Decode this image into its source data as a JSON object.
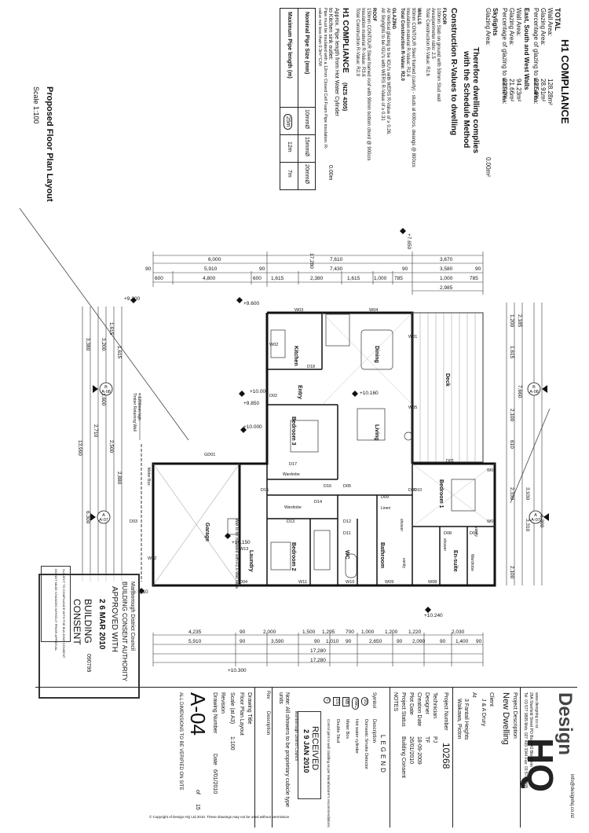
{
  "h1_main": {
    "title": "H1 COMPLIANCE",
    "total_label": "TOTAL",
    "wall_area_label": "Wall Area:",
    "glazing_area_label": "Glazing Area:",
    "percentage_label": "Percentage of glazing to wall area:",
    "total_wall_area": "128.28m²",
    "total_glazing_area": "28.91m²",
    "total_percentage": "22.54%",
    "esw_label": "East, South and West Walls",
    "esw_wall_area": "94.23m²",
    "esw_glazing_area": "21.66m²",
    "esw_percentage": "22.97%",
    "skylights_label": "Skylights",
    "skylights_glazing_label": "Glazing Area:",
    "skylights_area": "0.00m²",
    "schedule_line1": "Therefore dwelling complies",
    "schedule_line2": "with the Schedule Method",
    "rvalues_title": "Construction R-Values to dwelling",
    "floor_label": "FLOOR",
    "floor_text": "100mm Slab on ground with 50mm Stud wall",
    "floor_ratio": "Area/perimeter ratio: 2.5",
    "floor_rvalue": "Total Construction R-Value: R2.6",
    "walls_label": "WALLS",
    "walls_text": "90mm CONTOUR Steel framed (cavity) - studs at 600crs, dwangs @ 800crs",
    "walls_ins": "Insulation material R-Value: R2.6",
    "walls_rvalue": "Total Construction R-Value: R2.0",
    "glazing_label": "GLAZING",
    "glazing_text1": "All Vertical glazing to be IGU's with WERS R-Value of ≥ 0.26.",
    "glazing_text2": "All Skylights to be IGU's with WERS R-Value of ≥ 0.31",
    "roof_label": "ROOF",
    "roof_text": "150mm CONTOUR Steel framed roof with 90mm bottom chord @ 900crs",
    "roof_ins": "Insulation material R-Value: R3.6",
    "roof_rvalue": "Total Construction R-Value: R2.9"
  },
  "h1_pipe": {
    "title": "H1 COMPLIANCE",
    "std": "(NZS 4305)",
    "line1": "Approx. Pipe length from Hot Water Cylinder",
    "line2": "to Kitchen sink outlet:",
    "value": "0.00m",
    "line3": "Pipe must be insulated with a 12mm Closed Cell Foam Pipe insulation. R-",
    "line4": "value not less than 0.3m²°C/W",
    "table": {
      "header_a": "Nominal Pipe Size (mm)",
      "header_b": "Maximum Pipe length (m)",
      "sizes": [
        "10mmØ",
        "15mmØ",
        "20mmØ"
      ],
      "lengths": [
        "25m",
        "12m",
        "7m"
      ]
    }
  },
  "plan_title": {
    "title": "Proposed Floor Plan Layout",
    "scale": "Scale 1:100"
  },
  "dims": {
    "overall_w": "17,280",
    "overall_w2": "17,280",
    "overall_w3": "17,280",
    "top_row2": [
      "6,000",
      "7,610",
      "3,670"
    ],
    "top_row3": [
      "90",
      "5,910",
      "90",
      "7,430",
      "90",
      "3,580",
      "90"
    ],
    "top_row4": [
      "600",
      "4,800",
      "600",
      "1,615",
      "2,380",
      "1,615",
      "1,000",
      "785",
      "1,000",
      "785"
    ],
    "top_extra": "2,985",
    "bottom_row1": [
      "4,235",
      "90",
      "2,000",
      "1,500",
      "1,295",
      "700",
      "1,000",
      "1,200",
      "1,220",
      "2,030"
    ],
    "bottom_row2": [
      "5,910",
      "90",
      "3,590",
      "90",
      "1,010",
      "90",
      "2,650",
      "90",
      "2,090",
      "90",
      "1,400",
      "90"
    ],
    "left_overall": "13,990",
    "right_overall": "6,300",
    "left_overall2": "6,300",
    "rl_labels": [
      "+9.300",
      "+9.600",
      "+9.850",
      "+10.000",
      "+10.000",
      "+10.000",
      "+10.150",
      "+10.160",
      "+10.160",
      "+10.010",
      "+10.240",
      "+10.300",
      "+7.650"
    ],
    "left_cols": [
      "3,380",
      "2,710",
      "3,200",
      "1,600",
      "1,615",
      "1,615",
      "2,500",
      "2,880"
    ],
    "right_cols": [
      "2,100",
      "1,615",
      "7,660",
      "2,100",
      "610",
      "3,310",
      "2,330",
      "1,200",
      "3,930",
      "2,185"
    ]
  },
  "rooms": {
    "kitchen": "Kitchen",
    "dining": "Dining",
    "deck": "Deck",
    "entry": "Entry",
    "living": "Living",
    "bedroom3": "Bedroom 3",
    "bedroom1": "Bedroom 1",
    "bedroom2": "Bedroom 2",
    "wardrobe1": "Wardrobe",
    "wardrobe2": "Wardrobe",
    "wardrobe3": "Wardrobe",
    "linen": "Linen",
    "ensuite": "En-suite",
    "bathroom": "Bathroom",
    "wc": "WC",
    "laundry": "Laundry",
    "garage": "Garage",
    "shower1": "shower",
    "shower2": "shower",
    "vanity1": "vanity",
    "vanity2": "vanity",
    "meter_box": "Meter Box",
    "timber_wall": "Timber Retaining Wall",
    "timber_wall2": "< 1200mm high",
    "laundry_note": "Wall to be insulated with R2.6 Wall batts"
  },
  "openings": [
    "W03",
    "W04",
    "W02",
    "W01",
    "W05",
    "W06",
    "W07",
    "W08",
    "W09",
    "W10",
    "W11",
    "W12",
    "W13",
    "D01",
    "D02",
    "D03",
    "D04",
    "D05",
    "D06",
    "D07",
    "D08",
    "D09",
    "D10",
    "D11",
    "D12",
    "D13",
    "D14",
    "D15",
    "D16",
    "D17",
    "D18",
    "GD01"
  ],
  "markers": {
    "sec_a": "A",
    "sec_b": "B",
    "sheet": "A-07",
    "sheet2": "A-08"
  },
  "council": {
    "name": "Marlborough District Council",
    "line1": "BUILDING CONSENT AUTHORITY",
    "line2": "APPROVED WITH",
    "date": "2 6 MAR 2010",
    "consent_label": "BUILDING",
    "consent_label2": "CONSENT",
    "consent_no": "090799",
    "note1": "SUBJECT TO COMPLIANCE WITH THE BUILDING CONSENT",
    "note2": "DO NOT MAKE CHANGES WITHOUT PRIOR APPROVAL"
  },
  "received": {
    "title": "RECEIVED",
    "date": "2 9 JAN 2010",
    "org": "Marlborough District Council"
  },
  "title_block": {
    "logo_word": "Design",
    "logo_letters": "HQ",
    "email": "info@designhq.co.nz",
    "web": "www.designhq.co.nz",
    "address1": "26A Stanfield Street  PO Box 442  Blenheim",
    "address2": "Tel: 03 577 9895  Mob: 027 499 3344  Fax: 03 577 5868",
    "project_description_label": "Project Description",
    "project_description": "New Dwelling",
    "client_label": "Client",
    "client": "J & A Drury",
    "at_label": "At",
    "address_l1": "3 Fantail Heights",
    "address_l2": "Waikawa, Picton",
    "project_number_label": "Project Number",
    "project_number": "10268",
    "technician_label": "Technician",
    "technician": "PJ",
    "designer_label": "Designer",
    "designer": "TF",
    "creation_date_label": "Creation Date",
    "creation_date": "18-09-2009",
    "plot_date_label": "Plot Date",
    "plot_date": "26/01/2010",
    "status_label": "Project Status",
    "status": "Building Consent",
    "notes_label": "NOTES",
    "drawing_title_label": "Drawing Title",
    "drawing_title": "Floor Plan Layout",
    "scale_label": "Scale (at A3)",
    "scale": "1:100",
    "revision_label": "Revision",
    "date_label": "Date",
    "date": "6/01/2010",
    "drawing_number_label": "Drawing Number",
    "drawing_number": "A-04",
    "of_label": "of",
    "of_total": "15",
    "dimensions_note": "ALL DIMENSIONS TO BE VERIFIED ON SITE",
    "rev_label": "Rev",
    "rev_desc_label": "Description",
    "copyright": "© Copyright of Design HQ Ltd 2010.  These drawings may not be used without permission"
  },
  "legend": {
    "title": "LEGEND",
    "symbol_label": "Symbol",
    "desc_label": "Description",
    "items": [
      {
        "sym": "SD",
        "desc": "Domestic Smoke Detector"
      },
      {
        "sym": "HWC",
        "desc": "Hot water cylinder"
      },
      {
        "sym": "MB",
        "desc": "Meter Box"
      },
      {
        "sym": "DS",
        "desc": "Double Stud"
      },
      {
        "sym": "C",
        "desc": "Control joint to wall cladding as per Manufacturer's recommendations"
      }
    ],
    "note": "Note: All showers to be proprietary cubicle type units"
  }
}
